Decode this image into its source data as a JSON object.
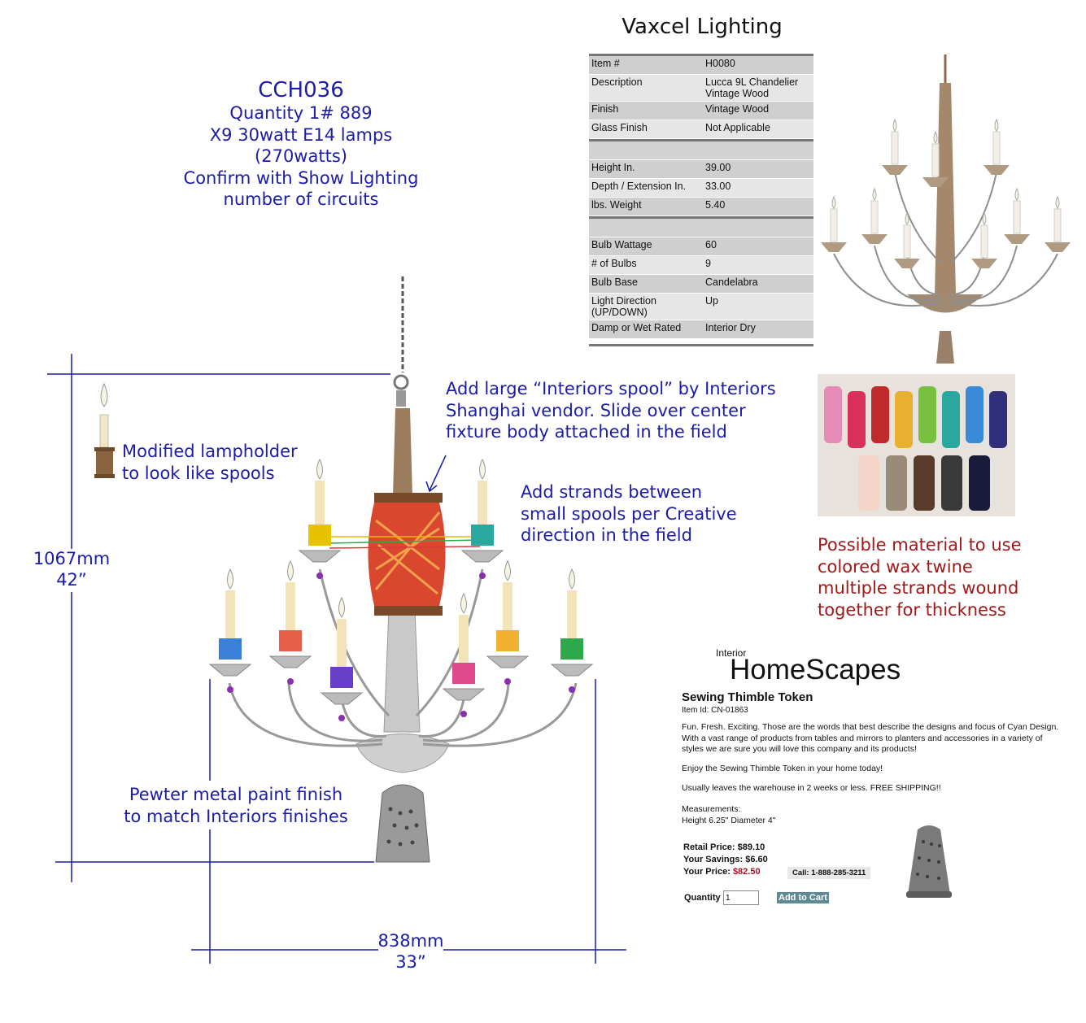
{
  "spec_note": {
    "lines": [
      "CCH036",
      "Quantity 1# 889",
      "X9 30watt E14 lamps",
      "(270watts)",
      "Confirm with Show Lighting",
      "number of circuits"
    ]
  },
  "annotations": {
    "lampholder": [
      "Modified lampholder",
      "to look like spools"
    ],
    "spool": [
      "Add large “Interiors spool” by Interiors",
      "Shanghai vendor. Slide over center",
      "fixture body attached in the field"
    ],
    "strands": [
      "Add strands between",
      "small spools per Creative",
      "direction in the field"
    ],
    "finish": [
      "Pewter metal paint finish",
      "to match Interiors finishes"
    ],
    "material": [
      "Possible material to use",
      "colored wax twine",
      "multiple strands wound",
      "together for thickness"
    ]
  },
  "dimensions": {
    "height_mm": "1067mm",
    "height_in": "42”",
    "width_mm": "838mm",
    "width_in": "33”"
  },
  "vaxcel": {
    "title": "Vaxcel Lighting",
    "rows": [
      {
        "k": "Item #",
        "v": "H0080"
      },
      {
        "k": "Description",
        "v": "Lucca 9L Chandelier Vintage Wood"
      },
      {
        "k": "Finish",
        "v": "Vintage Wood"
      },
      {
        "k": "Glass Finish",
        "v": "Not Applicable"
      },
      {
        "k": "",
        "v": ""
      },
      {
        "k": "Height In.",
        "v": "39.00"
      },
      {
        "k": "Depth / Extension In.",
        "v": "33.00"
      },
      {
        "k": "lbs. Weight",
        "v": "5.40"
      },
      {
        "k": "",
        "v": ""
      },
      {
        "k": "Bulb Wattage",
        "v": "60"
      },
      {
        "k": "# of Bulbs",
        "v": "9"
      },
      {
        "k": "Bulb Base",
        "v": "Candelabra"
      },
      {
        "k": "Light Direction (UP/DOWN)",
        "v": "Up"
      },
      {
        "k": "Damp or Wet Rated",
        "v": "Interior Dry"
      }
    ]
  },
  "homescapes": {
    "brand_small": "Interior",
    "brand": "HomeScapes",
    "product": "Sewing Thimble Token",
    "item_id": "Item Id: CN-01863",
    "desc": "Fun. Fresh. Exciting. Those are the words that best describe the designs and focus of Cyan Design. With a vast range of products from tables and mirrors to planters and accessories in a variety of styles we are sure you will love this company and its products!",
    "enjoy": "Enjoy the Sewing Thimble Token in your home today!",
    "shipping": "Usually leaves the warehouse in 2 weeks or less. FREE SHIPPING!!",
    "measurements_label": "Measurements:",
    "measurements": "Height 6.25\" Diameter 4\"",
    "retail_label": "Retail Price:",
    "retail": "$89.10",
    "savings_label": "Your Savings:",
    "savings": "$6.60",
    "price_label": "Your Price:",
    "price": "$82.50",
    "call": "Call: 1-888-285-3211",
    "quantity_label": "Quantity",
    "quantity": "1",
    "add_to_cart": "Add to Cart"
  },
  "colors": {
    "annotation": "#1c1ca6",
    "material_note": "#a01818",
    "price": "#b0102a"
  }
}
